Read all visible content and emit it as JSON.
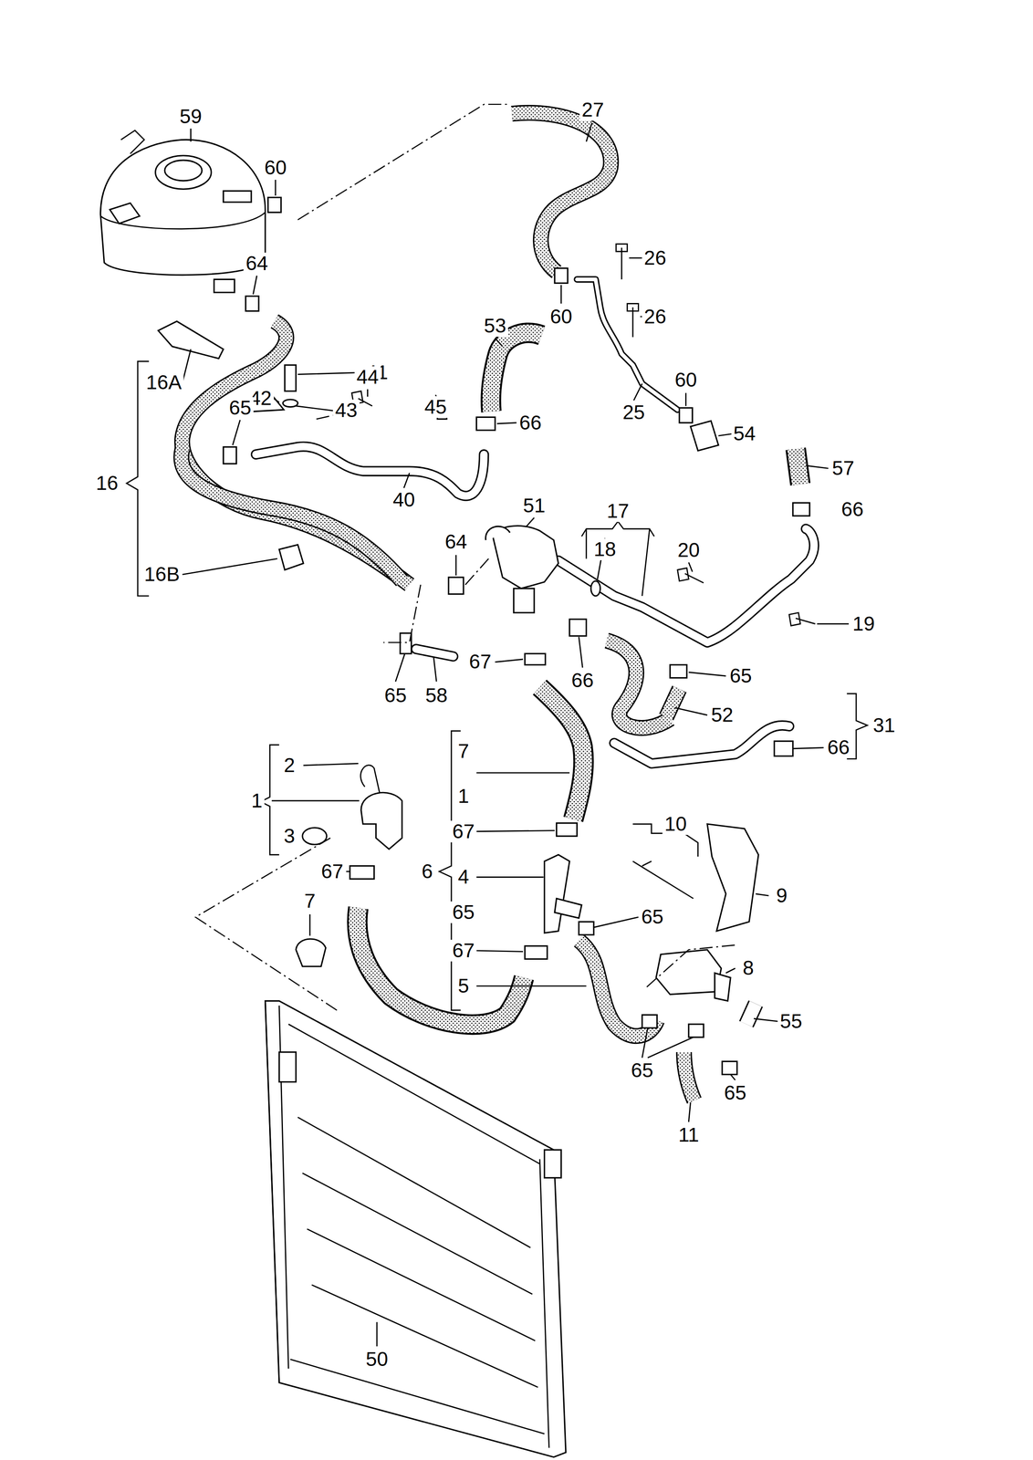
{
  "diagram": {
    "labels": [
      "59",
      "27",
      "60",
      "26",
      "26",
      "64",
      "60",
      "53",
      "41",
      "44",
      "42",
      "43",
      "60",
      "45",
      "66",
      "16A",
      "25",
      "54",
      "16",
      "40",
      "57",
      "51",
      "17",
      "66",
      "18",
      "20",
      "64",
      "65",
      "16B",
      "19",
      "65",
      "67",
      "66",
      "65",
      "58",
      "52",
      "31",
      "66",
      "2",
      "7",
      "1",
      "1",
      "10",
      "3",
      "67",
      "67",
      "6",
      "4",
      "9",
      "7",
      "65",
      "65",
      "67",
      "8",
      "5",
      "55",
      "65",
      "65",
      "11",
      "50"
    ]
  }
}
